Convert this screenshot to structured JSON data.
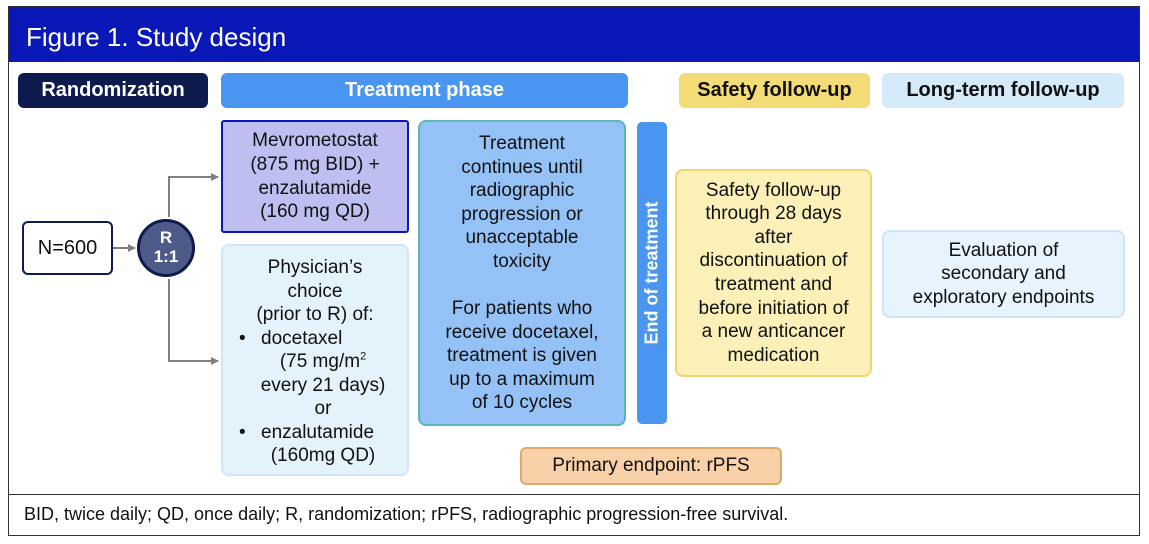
{
  "figure": {
    "title": "Figure 1. Study design"
  },
  "headers": {
    "randomization": "Randomization",
    "treatment_phase": "Treatment phase",
    "safety_followup": "Safety follow-up",
    "long_term_followup": "Long-term follow-up"
  },
  "enrollment": {
    "n_label": "N=600"
  },
  "randomization_node": {
    "letter": "R",
    "ratio": "1:1"
  },
  "arm1": {
    "line1": "Mevrometostat",
    "line2": "(875 mg BID) +",
    "line3": "enzalutamide",
    "line4": "(160 mg QD)"
  },
  "arm2": {
    "line1": "Physician’s",
    "line2": "choice",
    "line3": "(prior to R) of:",
    "bullet": "•",
    "opt1_line1": "docetaxel",
    "opt1_line2a": "(75 mg/m",
    "opt1_sup": "2",
    "opt1_line3": "every 21 days)",
    "or": "or",
    "opt2_line1": "enzalutamide",
    "opt2_line2": "(160mg QD)"
  },
  "treatment_box": {
    "p1": [
      "Treatment",
      "continues until",
      "radiographic",
      "progression or",
      "unacceptable",
      "toxicity"
    ],
    "p2": [
      "For patients who",
      "receive docetaxel,",
      "treatment is given",
      "up to a maximum",
      "of 10 cycles"
    ]
  },
  "end_of_treatment": "End of treatment",
  "safety_box": [
    "Safety follow-up",
    "through 28 days",
    "after",
    "discontinuation of",
    "treatment and",
    "before initiation of",
    "a new anticancer",
    "medication"
  ],
  "long_term_box": [
    "Evaluation of",
    "secondary and",
    "exploratory endpoints"
  ],
  "primary_endpoint": "Primary endpoint: rPFS",
  "footnote": "BID, twice daily; QD, once daily; R, randomization; rPFS, radiographic progression-free survival.",
  "colors": {
    "title_bar": "#0b18b8",
    "randomization_header": "#0d1b4f",
    "treatment_header": "#4a95f0",
    "safety_header": "#f3dc75",
    "long_term_header": "#d6ebfa",
    "arm1_fill": "#bcbff0",
    "treatment_fill": "#95c2f6",
    "primary_fill": "#f9d1a8",
    "arrow": "#808080"
  }
}
